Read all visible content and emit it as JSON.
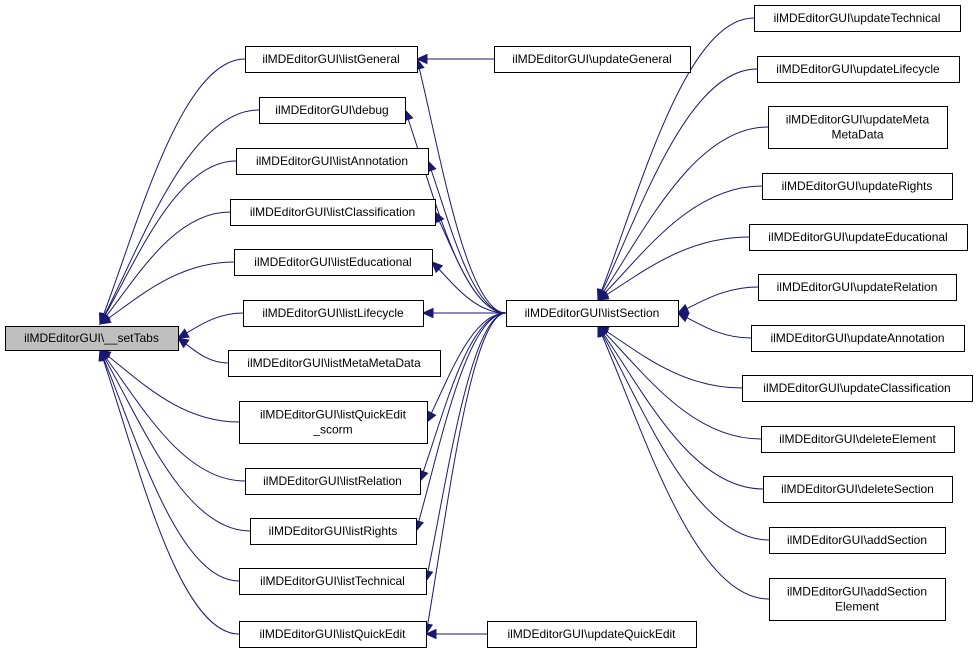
{
  "graph": {
    "nodes": {
      "setTabs": [
        "ilMDEditorGUI\\__setTabs"
      ],
      "listGeneral": [
        "ilMDEditorGUI\\listGeneral"
      ],
      "debug": [
        "ilMDEditorGUI\\debug"
      ],
      "listAnnotation": [
        "ilMDEditorGUI\\listAnnotation"
      ],
      "listClassification": [
        "ilMDEditorGUI\\listClassification"
      ],
      "listEducational": [
        "ilMDEditorGUI\\listEducational"
      ],
      "listLifecycle": [
        "ilMDEditorGUI\\listLifecycle"
      ],
      "listMetaMetaData": [
        "ilMDEditorGUI\\listMetaMetaData"
      ],
      "listQuickEditScorm": [
        "ilMDEditorGUI\\listQuickEdit",
        "_scorm"
      ],
      "listRelation": [
        "ilMDEditorGUI\\listRelation"
      ],
      "listRights": [
        "ilMDEditorGUI\\listRights"
      ],
      "listTechnical": [
        "ilMDEditorGUI\\listTechnical"
      ],
      "listQuickEdit": [
        "ilMDEditorGUI\\listQuickEdit"
      ],
      "updateGeneral": [
        "ilMDEditorGUI\\updateGeneral"
      ],
      "listSection": [
        "ilMDEditorGUI\\listSection"
      ],
      "updateQuickEdit": [
        "ilMDEditorGUI\\updateQuickEdit"
      ],
      "updateTechnical": [
        "ilMDEditorGUI\\updateTechnical"
      ],
      "updateLifecycle": [
        "ilMDEditorGUI\\updateLifecycle"
      ],
      "updateMetaMetaData": [
        "ilMDEditorGUI\\updateMeta",
        "MetaData"
      ],
      "updateRights": [
        "ilMDEditorGUI\\updateRights"
      ],
      "updateEducational": [
        "ilMDEditorGUI\\updateEducational"
      ],
      "updateRelation": [
        "ilMDEditorGUI\\updateRelation"
      ],
      "updateAnnotation": [
        "ilMDEditorGUI\\updateAnnotation"
      ],
      "updateClassification": [
        "ilMDEditorGUI\\updateClassification"
      ],
      "deleteElement": [
        "ilMDEditorGUI\\deleteElement"
      ],
      "deleteSection": [
        "ilMDEditorGUI\\deleteSection"
      ],
      "addSection": [
        "ilMDEditorGUI\\addSection"
      ],
      "addSectionElement": [
        "ilMDEditorGUI\\addSection",
        "Element"
      ]
    },
    "edges": [
      [
        "listGeneral",
        "setTabs"
      ],
      [
        "debug",
        "setTabs"
      ],
      [
        "listAnnotation",
        "setTabs"
      ],
      [
        "listClassification",
        "setTabs"
      ],
      [
        "listEducational",
        "setTabs"
      ],
      [
        "listLifecycle",
        "setTabs"
      ],
      [
        "listMetaMetaData",
        "setTabs"
      ],
      [
        "listQuickEditScorm",
        "setTabs"
      ],
      [
        "listRelation",
        "setTabs"
      ],
      [
        "listRights",
        "setTabs"
      ],
      [
        "listTechnical",
        "setTabs"
      ],
      [
        "listQuickEdit",
        "setTabs"
      ],
      [
        "updateGeneral",
        "listGeneral"
      ],
      [
        "listSection",
        "listGeneral"
      ],
      [
        "listSection",
        "debug"
      ],
      [
        "listSection",
        "listAnnotation"
      ],
      [
        "listSection",
        "listClassification"
      ],
      [
        "listSection",
        "listEducational"
      ],
      [
        "listSection",
        "listLifecycle"
      ],
      [
        "listSection",
        "listQuickEditScorm"
      ],
      [
        "listSection",
        "listRelation"
      ],
      [
        "listSection",
        "listRights"
      ],
      [
        "listSection",
        "listTechnical"
      ],
      [
        "listSection",
        "listQuickEdit"
      ],
      [
        "updateQuickEdit",
        "listQuickEdit"
      ],
      [
        "updateTechnical",
        "listSection"
      ],
      [
        "updateLifecycle",
        "listSection"
      ],
      [
        "updateMetaMetaData",
        "listSection"
      ],
      [
        "updateRights",
        "listSection"
      ],
      [
        "updateEducational",
        "listSection"
      ],
      [
        "updateRelation",
        "listSection"
      ],
      [
        "updateAnnotation",
        "listSection"
      ],
      [
        "updateClassification",
        "listSection"
      ],
      [
        "deleteElement",
        "listSection"
      ],
      [
        "deleteSection",
        "listSection"
      ],
      [
        "addSection",
        "listSection"
      ],
      [
        "addSectionElement",
        "listSection"
      ]
    ]
  }
}
